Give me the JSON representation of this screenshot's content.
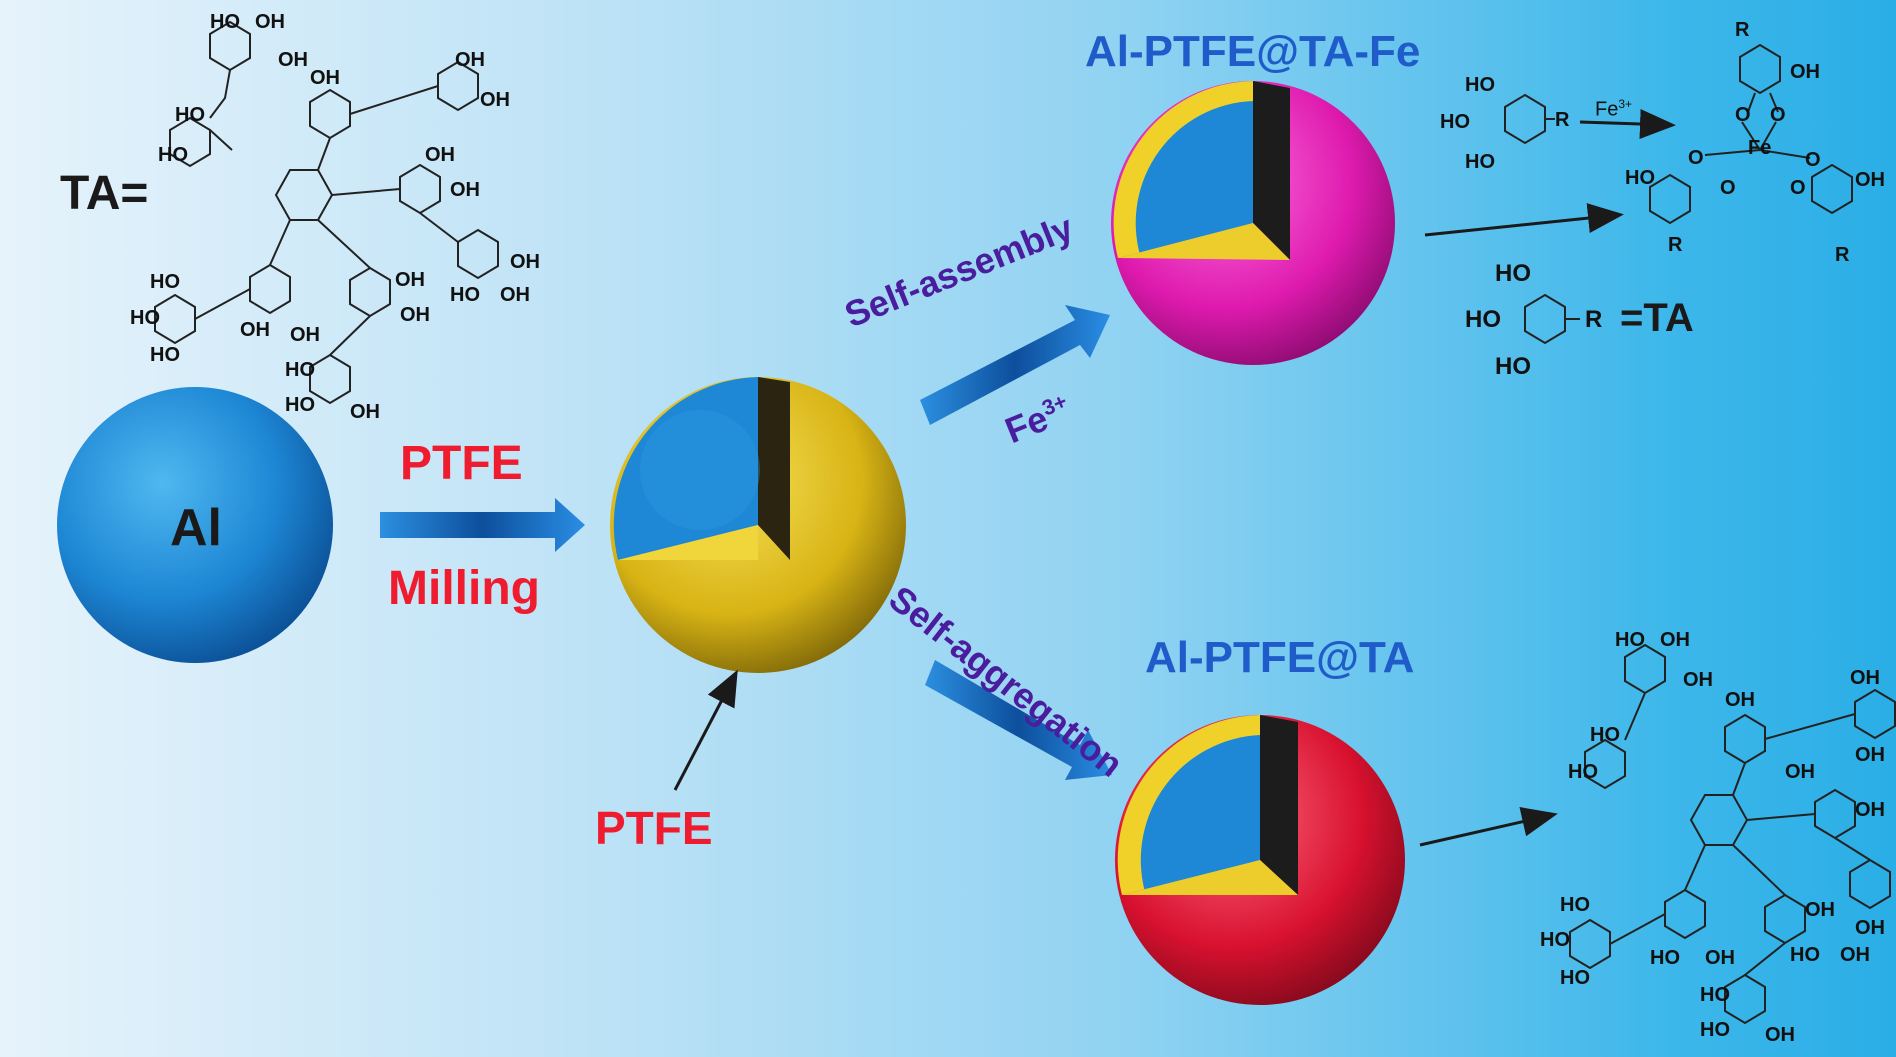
{
  "labels": {
    "ta_eq_left": "TA=",
    "al_core": "Al",
    "ptfe_top": "PTFE",
    "milling": "Milling",
    "ptfe_bottom": "PTFE",
    "self_assembly": "Self-assembly",
    "fe_ion": "Fe",
    "fe_ion_charge": "3+",
    "self_aggregation": "Self-aggregation",
    "product_fe": "Al-PTFE@TA-Fe",
    "product_ta": "Al-PTFE@TA",
    "eq_ta_right": "=TA",
    "fe_reaction": "Fe",
    "fe_reaction_charge": "3+",
    "ho": "HO",
    "oh": "OH",
    "r": "R",
    "fe_center": "Fe",
    "o": "O"
  },
  "colors": {
    "al_blue": "#1e8bd8",
    "ptfe_yellow": "#e2c21a",
    "fe_shell_magenta": "#e11fb0",
    "ta_shell_red": "#e0153a",
    "label_red": "#ee1c2e",
    "label_blue": "#1f5cc9",
    "label_purple": "#4a1d9e"
  }
}
